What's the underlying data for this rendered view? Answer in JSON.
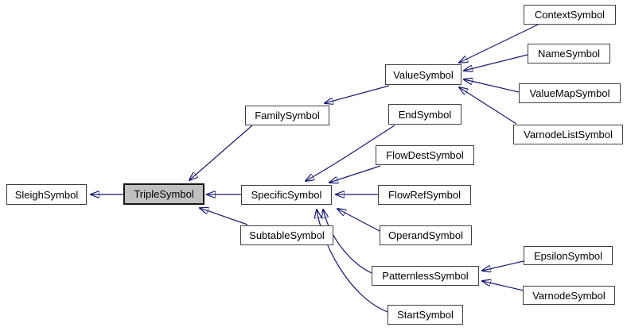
{
  "diagram": {
    "type": "class-inheritance-graph",
    "highlighted_node": "TripleSymbol",
    "colors": {
      "edge": "#191970",
      "node_border": "#404040",
      "node_fill": "#ffffff",
      "highlight_fill": "#c0c0c0",
      "text": "#000000",
      "background": "#ffffff"
    },
    "nodes": {
      "sleighsymbol": {
        "label": "SleighSymbol"
      },
      "triplesymbol": {
        "label": "TripleSymbol",
        "highlighted": true
      },
      "familysymbol": {
        "label": "FamilySymbol"
      },
      "specificsymbol": {
        "label": "SpecificSymbol"
      },
      "subtablesymbol": {
        "label": "SubtableSymbol"
      },
      "valuesymbol": {
        "label": "ValueSymbol"
      },
      "endsymbol": {
        "label": "EndSymbol"
      },
      "flowdestsymbol": {
        "label": "FlowDestSymbol"
      },
      "flowrefsymbol": {
        "label": "FlowRefSymbol"
      },
      "operandsymbol": {
        "label": "OperandSymbol"
      },
      "patternlesssymbol": {
        "label": "PatternlessSymbol"
      },
      "startsymbol": {
        "label": "StartSymbol"
      },
      "contextsymbol": {
        "label": "ContextSymbol"
      },
      "namesymbol": {
        "label": "NameSymbol"
      },
      "valuemapsymbol": {
        "label": "ValueMapSymbol"
      },
      "varnodelistsymbol": {
        "label": "VarnodeListSymbol"
      },
      "epsilonsymbol": {
        "label": "EpsilonSymbol"
      },
      "varnodesymbol": {
        "label": "VarnodeSymbol"
      }
    },
    "edges": [
      {
        "from": "TripleSymbol",
        "to": "SleighSymbol"
      },
      {
        "from": "FamilySymbol",
        "to": "TripleSymbol"
      },
      {
        "from": "SpecificSymbol",
        "to": "TripleSymbol"
      },
      {
        "from": "SubtableSymbol",
        "to": "TripleSymbol"
      },
      {
        "from": "ValueSymbol",
        "to": "FamilySymbol"
      },
      {
        "from": "ContextSymbol",
        "to": "ValueSymbol"
      },
      {
        "from": "NameSymbol",
        "to": "ValueSymbol"
      },
      {
        "from": "ValueMapSymbol",
        "to": "ValueSymbol"
      },
      {
        "from": "VarnodeListSymbol",
        "to": "ValueSymbol"
      },
      {
        "from": "EndSymbol",
        "to": "SpecificSymbol"
      },
      {
        "from": "FlowDestSymbol",
        "to": "SpecificSymbol"
      },
      {
        "from": "FlowRefSymbol",
        "to": "SpecificSymbol"
      },
      {
        "from": "OperandSymbol",
        "to": "SpecificSymbol"
      },
      {
        "from": "PatternlessSymbol",
        "to": "SpecificSymbol"
      },
      {
        "from": "StartSymbol",
        "to": "SpecificSymbol"
      },
      {
        "from": "EpsilonSymbol",
        "to": "PatternlessSymbol"
      },
      {
        "from": "VarnodeSymbol",
        "to": "PatternlessSymbol"
      }
    ]
  }
}
